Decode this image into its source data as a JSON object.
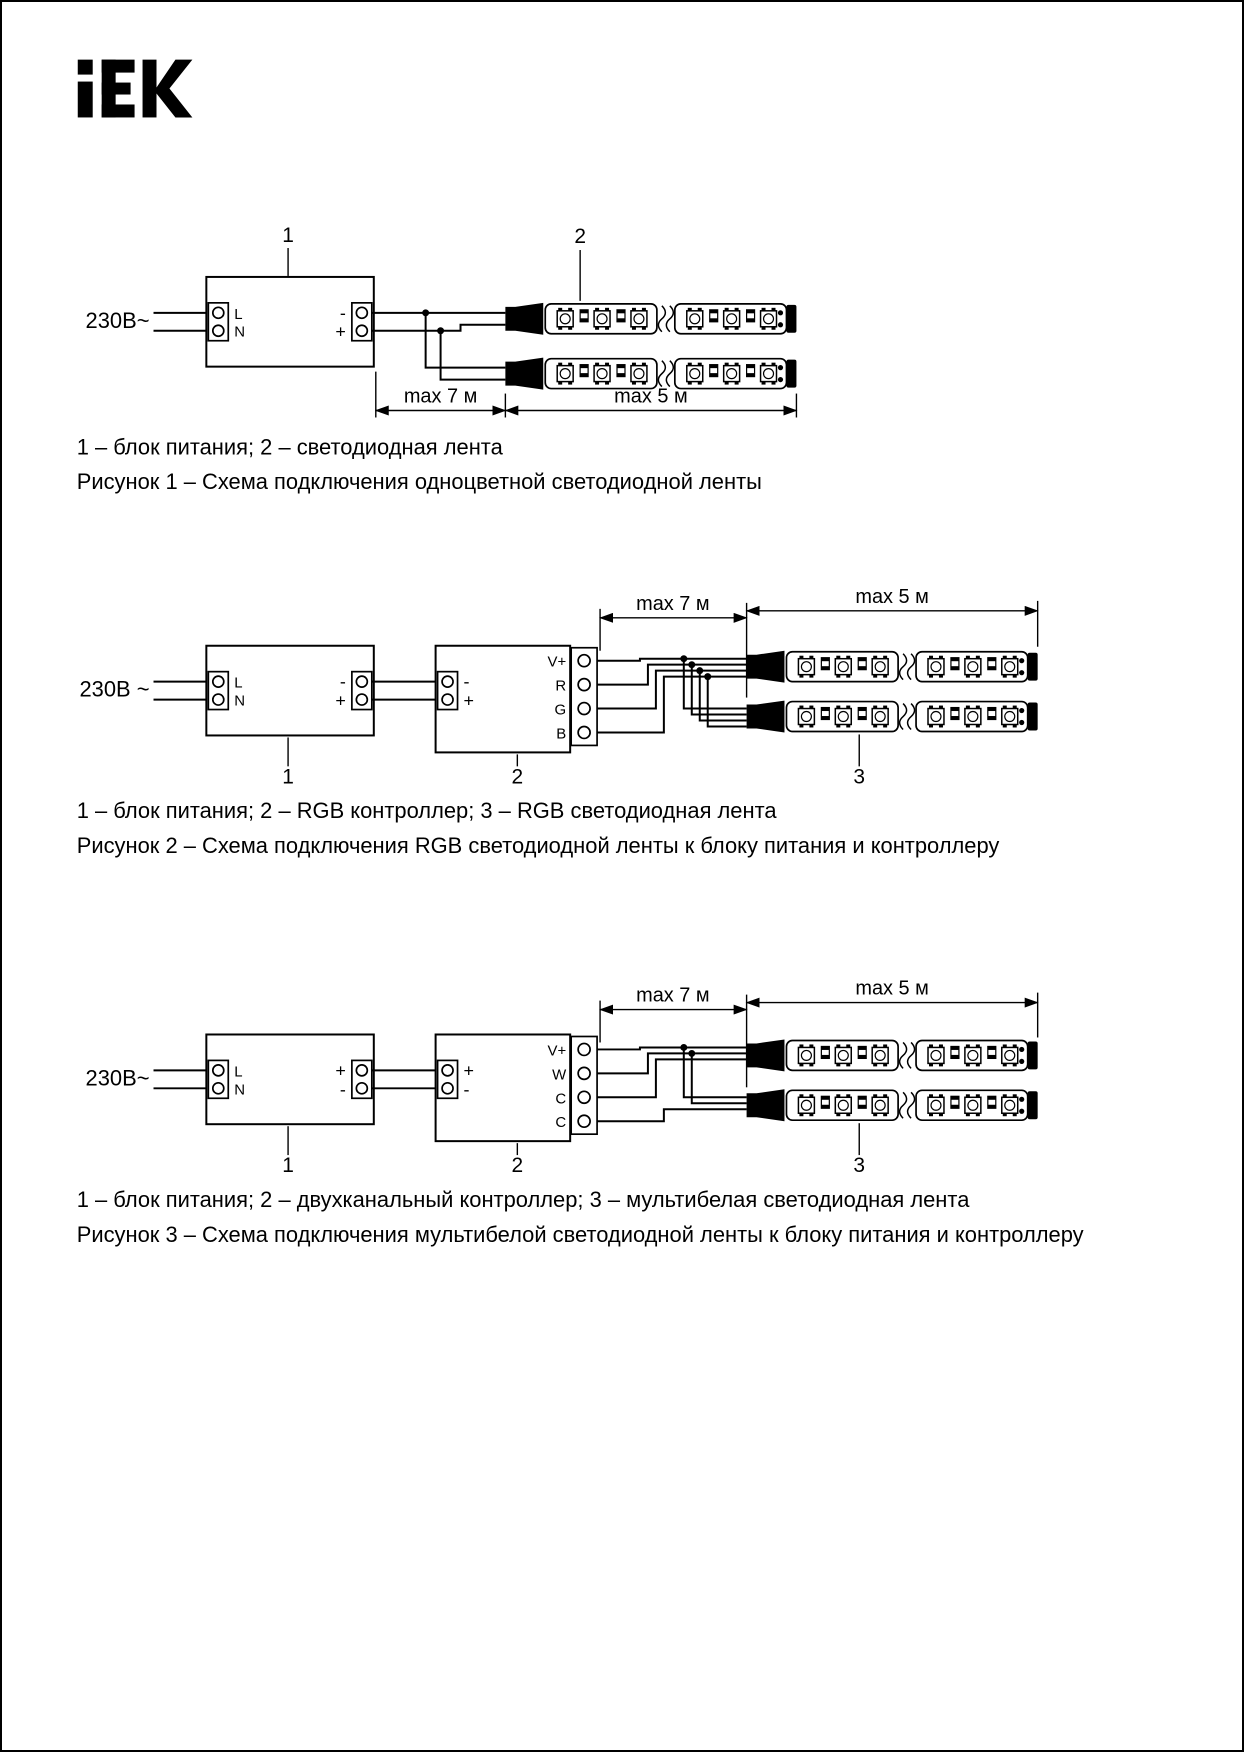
{
  "page": {
    "ink": "#000000",
    "paper": "#ffffff"
  },
  "logo": {
    "text": "IEK"
  },
  "figures": [
    {
      "voltage": "230В~",
      "callout1": "1",
      "callout2": "2",
      "psu": {
        "l": "L",
        "n": "N",
        "out_top": "-",
        "out_bottom": "+"
      },
      "dim7": "max 7 м",
      "dim5": "max 5 м",
      "legend": "1 – блок питания; 2 – светодиодная лента",
      "caption": "Рисунок 1 – Схема подключения одноцветной светодиодной ленты"
    },
    {
      "voltage": "230В ~",
      "callout1": "1",
      "callout2": "2",
      "callout3": "3",
      "psu": {
        "l": "L",
        "n": "N",
        "out_top": "-",
        "out_bottom": "+"
      },
      "controller": {
        "in_top": "-",
        "in_bottom": "+",
        "terminals": [
          "V+",
          "R",
          "G",
          "B"
        ]
      },
      "dim7": "max 7 м",
      "dim5": "max 5 м",
      "legend": "1 – блок питания; 2 – RGB контроллер; 3 – RGB светодиодная лента",
      "caption": "Рисунок 2 – Схема подключения RGB светодиодной ленты к блоку питания и контроллеру"
    },
    {
      "voltage": "230В~",
      "callout1": "1",
      "callout2": "2",
      "callout3": "3",
      "psu": {
        "l": "L",
        "n": "N",
        "out_top": "+",
        "out_bottom": "-"
      },
      "controller": {
        "in_top": "+",
        "in_bottom": "-",
        "terminals": [
          "V+",
          "W",
          "C",
          "C"
        ]
      },
      "dim7": "max 7 м",
      "dim5": "max 5 м",
      "legend": "1 – блок питания; 2 – двухканальный контроллер; 3 – мультибелая светодиодная лента",
      "caption": "Рисунок 3 – Схема подключения мультибелой светодиодной ленты к блоку питания и контроллеру"
    }
  ]
}
